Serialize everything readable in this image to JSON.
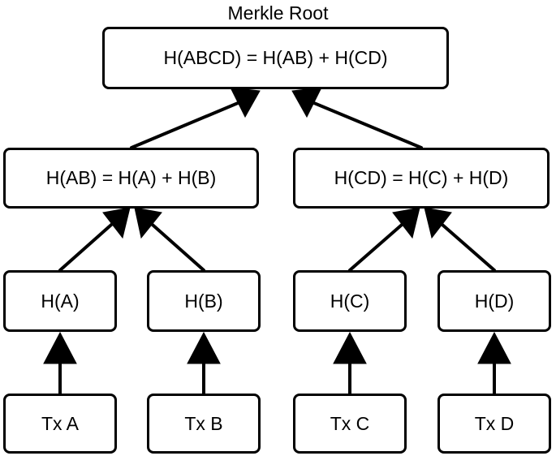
{
  "root": {
    "caption": "Merkle Root",
    "label": "H(ABCD) = H(AB) + H(CD)"
  },
  "level1": {
    "ab": "H(AB) = H(A) + H(B)",
    "cd": "H(CD) = H(C) + H(D)"
  },
  "leaves": {
    "ha": "H(A)",
    "hb": "H(B)",
    "hc": "H(C)",
    "hd": "H(D)"
  },
  "transactions": {
    "txa": "Tx A",
    "txb": "Tx B",
    "txc": "Tx C",
    "txd": "Tx D"
  },
  "colors": {
    "stroke": "#000000",
    "background": "#ffffff"
  }
}
